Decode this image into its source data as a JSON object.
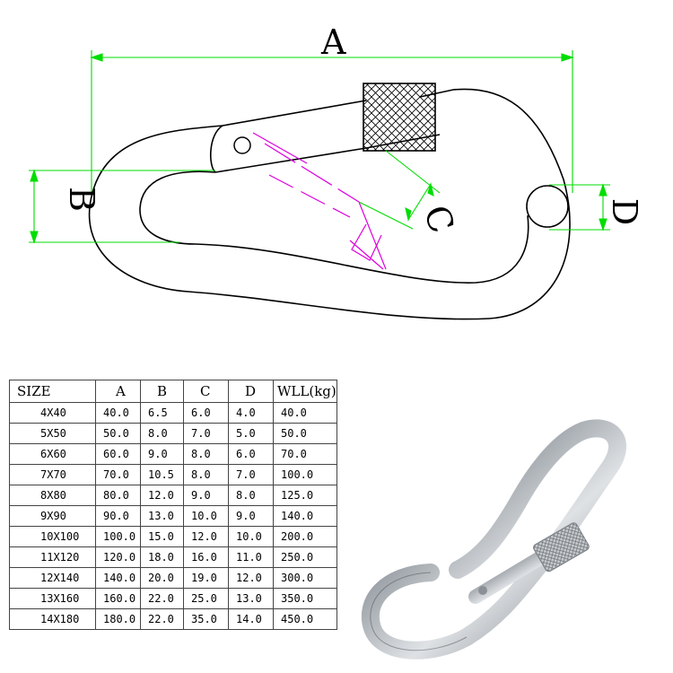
{
  "diagram": {
    "labels": {
      "a": "A",
      "b": "B",
      "c": "C",
      "d": "D"
    },
    "colors": {
      "outline": "#000000",
      "dimension": "#00dd00",
      "construction": "#dd00dd",
      "knurl": "#000000"
    }
  },
  "table": {
    "headers": [
      "SIZE",
      "A",
      "B",
      "C",
      "D",
      "WLL(kg)"
    ],
    "rows": [
      [
        "4X40",
        "40.0",
        "6.5",
        "6.0",
        "4.0",
        "40.0"
      ],
      [
        "5X50",
        "50.0",
        "8.0",
        "7.0",
        "5.0",
        "50.0"
      ],
      [
        "6X60",
        "60.0",
        "9.0",
        "8.0",
        "6.0",
        "70.0"
      ],
      [
        "7X70",
        "70.0",
        "10.5",
        "8.0",
        "7.0",
        "100.0"
      ],
      [
        "8X80",
        "80.0",
        "12.0",
        "9.0",
        "8.0",
        "125.0"
      ],
      [
        "9X90",
        "90.0",
        "13.0",
        "10.0",
        "9.0",
        "140.0"
      ],
      [
        "10X100",
        "100.0",
        "15.0",
        "12.0",
        "10.0",
        "200.0"
      ],
      [
        "11X120",
        "120.0",
        "18.0",
        "16.0",
        "11.0",
        "250.0"
      ],
      [
        "12X140",
        "140.0",
        "20.0",
        "19.0",
        "12.0",
        "300.0"
      ],
      [
        "13X160",
        "160.0",
        "22.0",
        "25.0",
        "13.0",
        "350.0"
      ],
      [
        "14X180",
        "180.0",
        "22.0",
        "35.0",
        "14.0",
        "450.0"
      ]
    ]
  },
  "photo": {
    "subject": "stainless-steel-snap-hook-with-screw-lock",
    "metal_color": "#b8bcc0"
  }
}
